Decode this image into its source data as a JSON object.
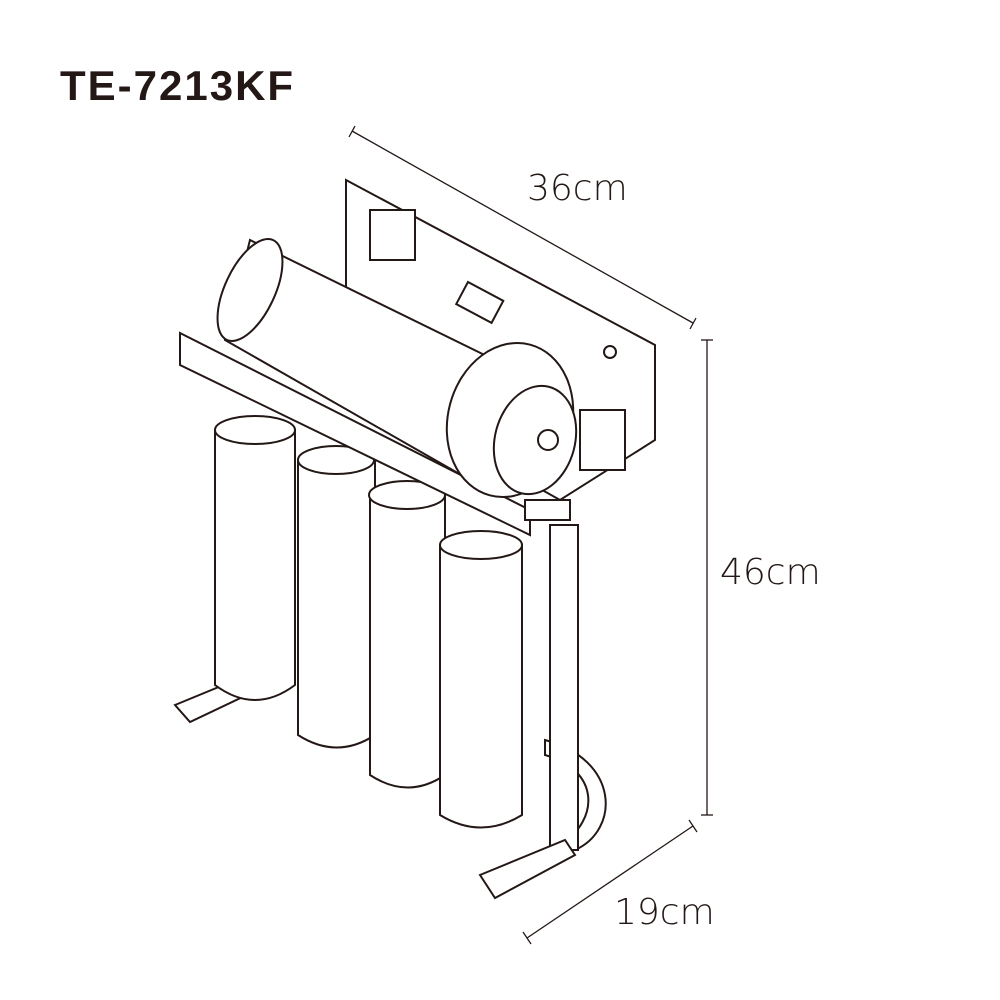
{
  "title": "TE-7213KF",
  "dimensions": {
    "width": "36cm",
    "height": "46cm",
    "depth": "19cm"
  }
}
